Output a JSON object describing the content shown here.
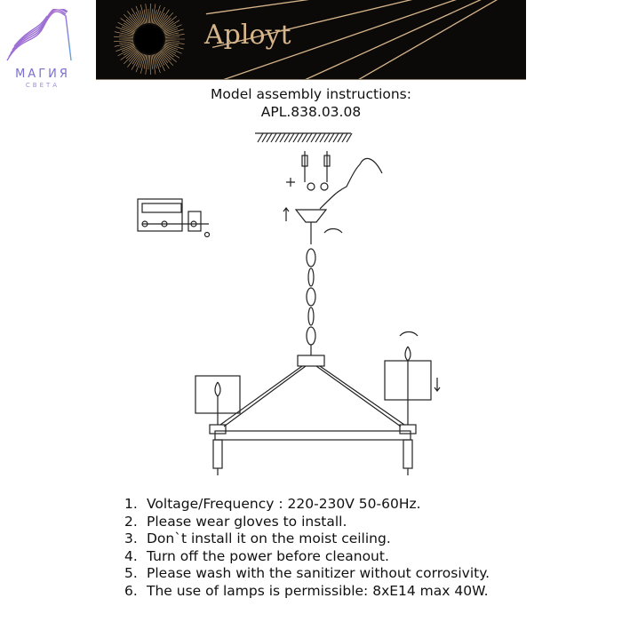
{
  "logo": {
    "main": "МАГИЯ",
    "sub": "СВЕТА"
  },
  "banner": {
    "brand": "Aployt"
  },
  "header": {
    "line1": "Model assembly instructions:",
    "line2": "APL.838.03.08"
  },
  "instructions": [
    {
      "num": "1.",
      "text": "Voltage/Frequency : 220-230V 50-60Hz."
    },
    {
      "num": "2.",
      "text": "Please wear gloves to install."
    },
    {
      "num": "3.",
      "text": "Don`t install it on the moist ceiling."
    },
    {
      "num": "4.",
      "text": "Turn off the power before cleanout."
    },
    {
      "num": "5.",
      "text": "Please wash with the sanitizer without corrosivity."
    },
    {
      "num": "6.",
      "text": "The use of lamps is permissible: 8xE14 max 40W."
    }
  ],
  "colors": {
    "banner_bg": "#0b0a09",
    "brand_gold": "#d7b58a",
    "logo_purple": "#7a6fd0"
  }
}
